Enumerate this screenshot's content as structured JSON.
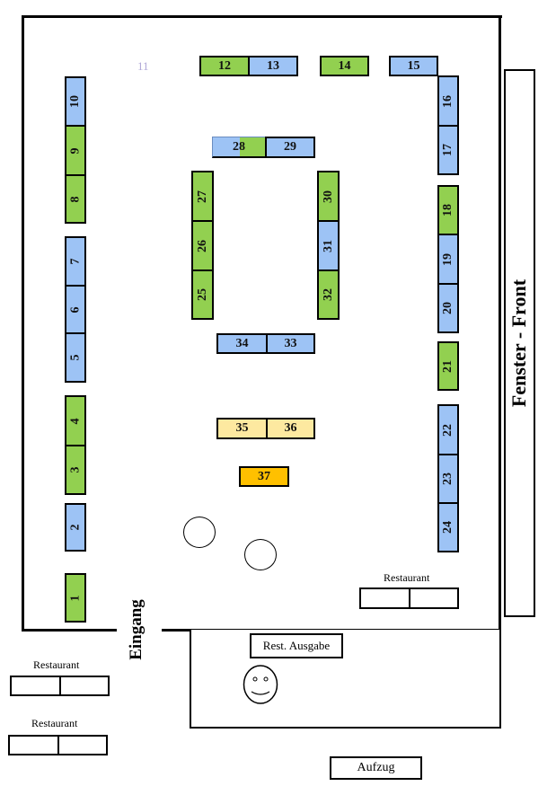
{
  "colors": {
    "green": "#92d050",
    "blue": "#9dc3f5",
    "light_yellow": "#fde9a0",
    "orange": "#ffc000"
  },
  "stalls": {
    "s1": "1",
    "s2": "2",
    "s3": "3",
    "s4": "4",
    "s5": "5",
    "s6": "6",
    "s7": "7",
    "s8": "8",
    "s9": "9",
    "s10": "10",
    "s11": "11",
    "s12": "12",
    "s13": "13",
    "s14": "14",
    "s15": "15",
    "s16": "16",
    "s17": "17",
    "s18": "18",
    "s19": "19",
    "s20": "20",
    "s21": "21",
    "s22": "22",
    "s23": "23",
    "s24": "24",
    "s25": "25",
    "s26": "26",
    "s27": "27",
    "s28": "28",
    "s29": "29",
    "s30": "30",
    "s31": "31",
    "s32": "32",
    "s33": "33",
    "s34": "34",
    "s35": "35",
    "s36": "36",
    "s37": "37"
  },
  "labels": {
    "window": "Fenster - Front",
    "entrance": "Eingang",
    "restaurant": "Restaurant",
    "rest_output": "Rest. Ausgabe",
    "elevator": "Aufzug"
  }
}
